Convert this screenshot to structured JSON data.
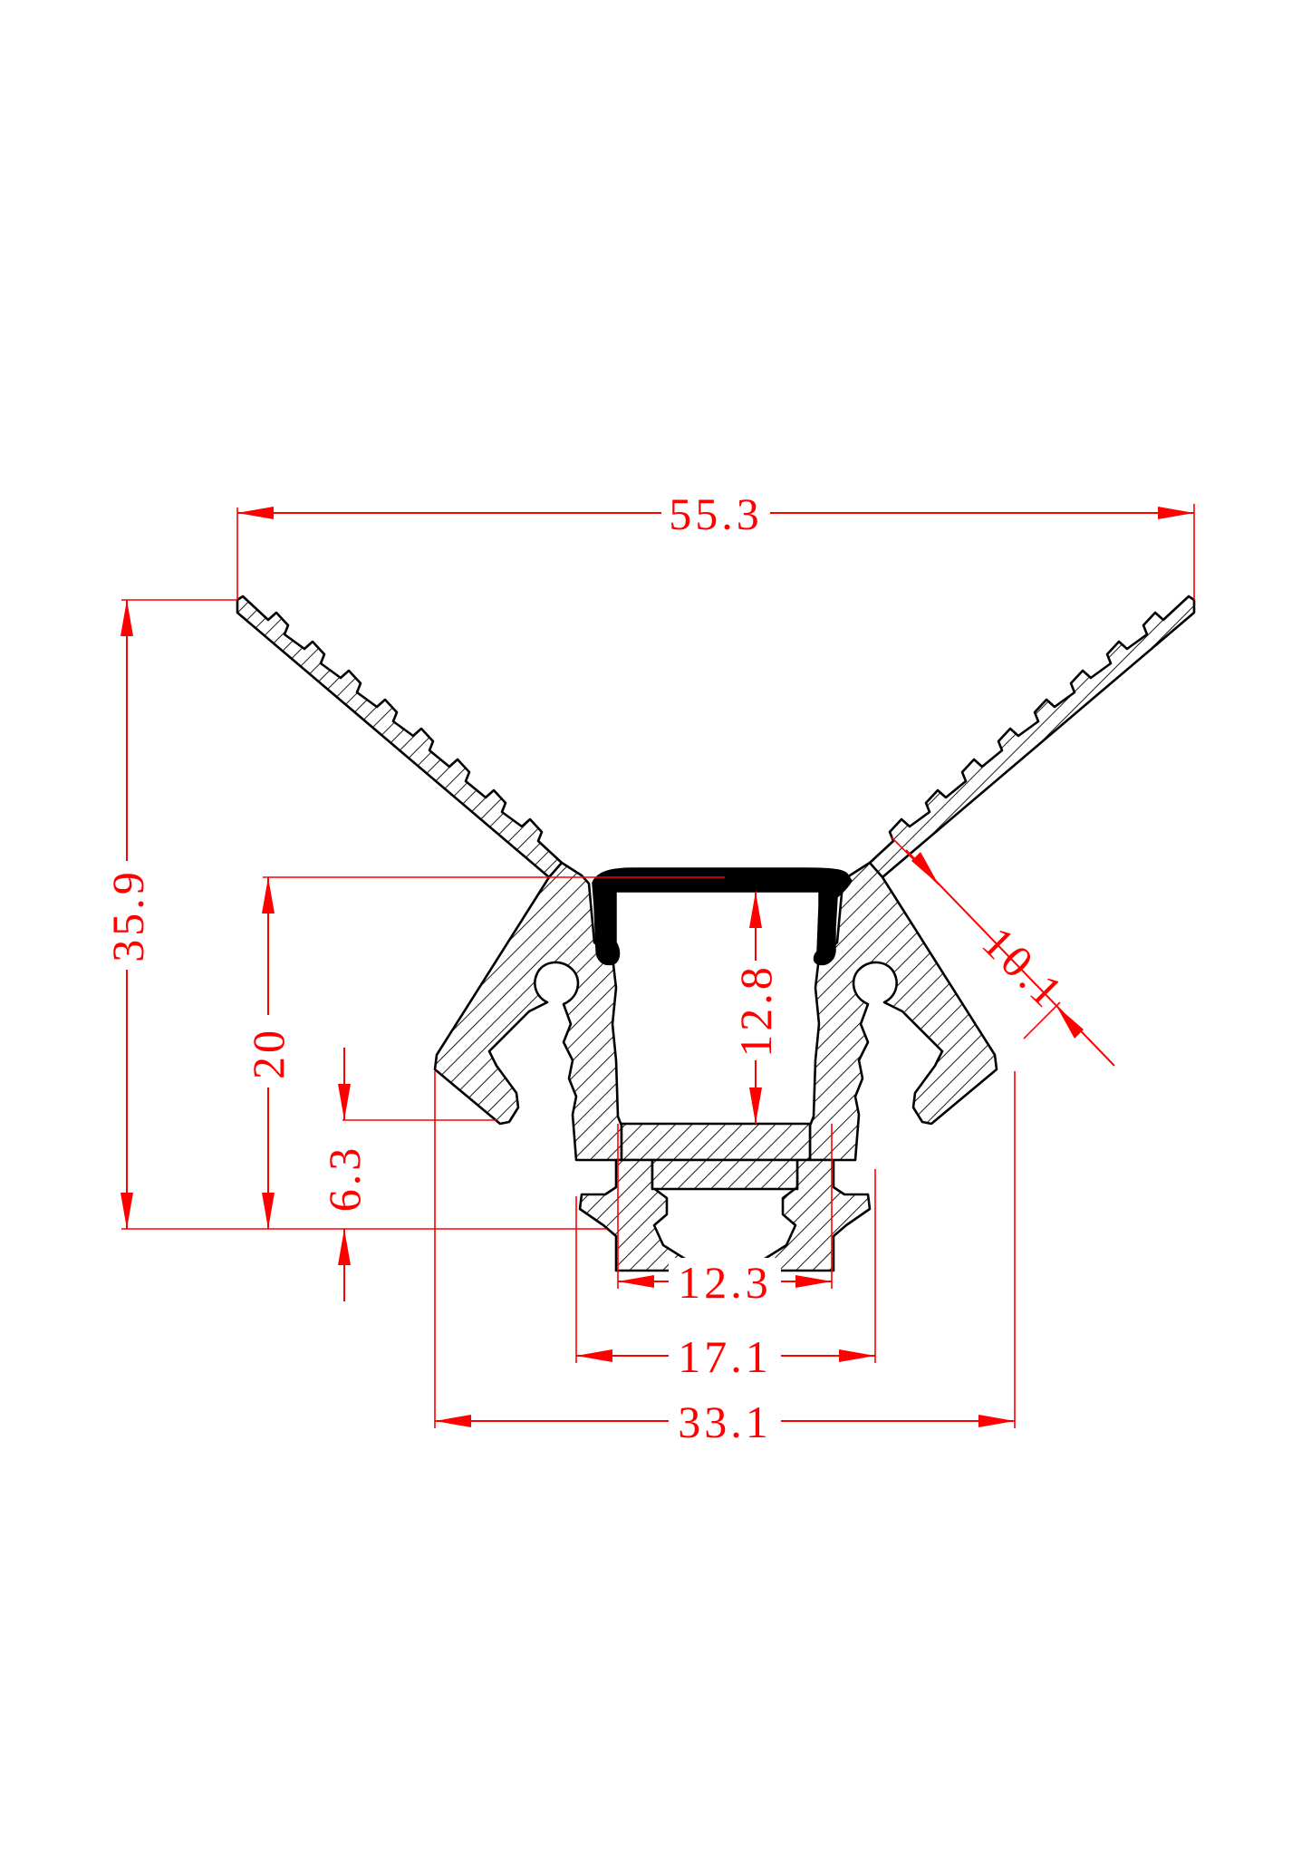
{
  "dimensions": {
    "overall_width": "55.3",
    "overall_height": "35.9",
    "body_height": "20",
    "clip_height": "6.3",
    "channel_depth": "12.8",
    "flange_thickness": "10.1",
    "inner_channel_width": "12.3",
    "channel_outer_width": "17.1",
    "base_width": "33.1"
  },
  "colors": {
    "dimension": "#ff0000",
    "outline": "#000000",
    "background": "#ffffff"
  }
}
